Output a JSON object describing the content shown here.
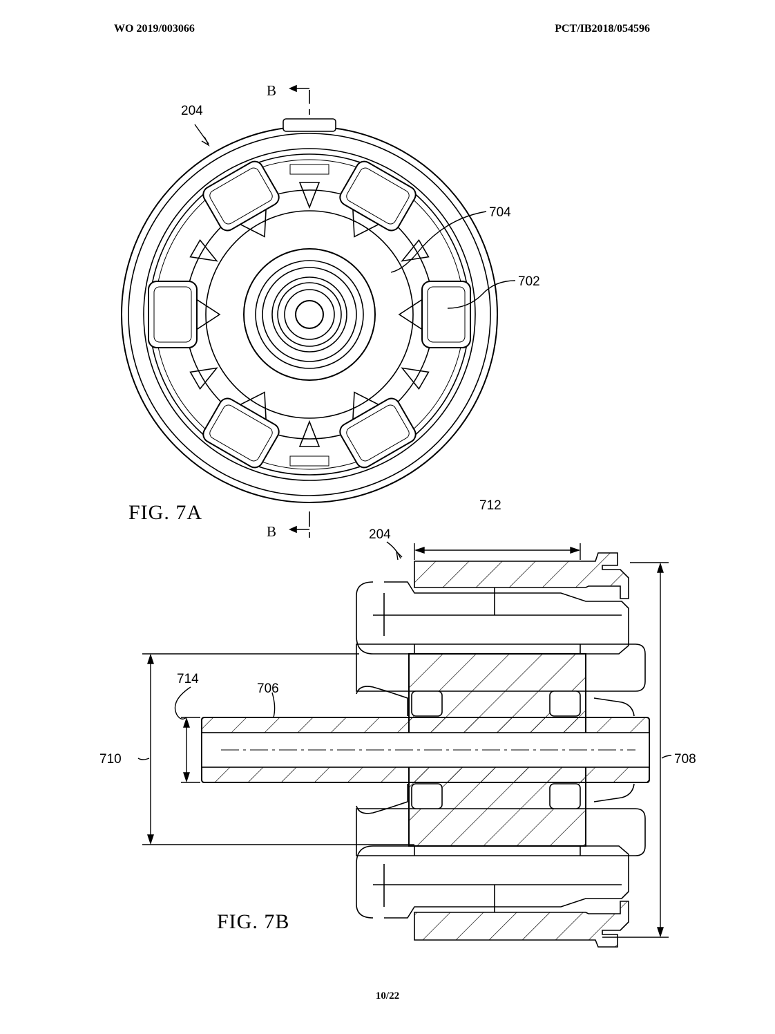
{
  "header": {
    "publication_number": "WO 2019/003066",
    "application_number": "PCT/IB2018/054596"
  },
  "footer": {
    "page": "10/22"
  },
  "fig7a": {
    "caption": "FIG. 7A",
    "section_label_top": "B",
    "section_label_bottom": "B",
    "ref_assembly": "204",
    "ref_hub": "704",
    "ref_magnet": "702"
  },
  "fig7b": {
    "caption": "FIG. 7B",
    "ref_assembly": "204",
    "ref_axial_length": "712",
    "ref_outer_diameter": "708",
    "ref_rotor_diameter": "710",
    "ref_shaft": "706",
    "ref_bore": "714"
  }
}
